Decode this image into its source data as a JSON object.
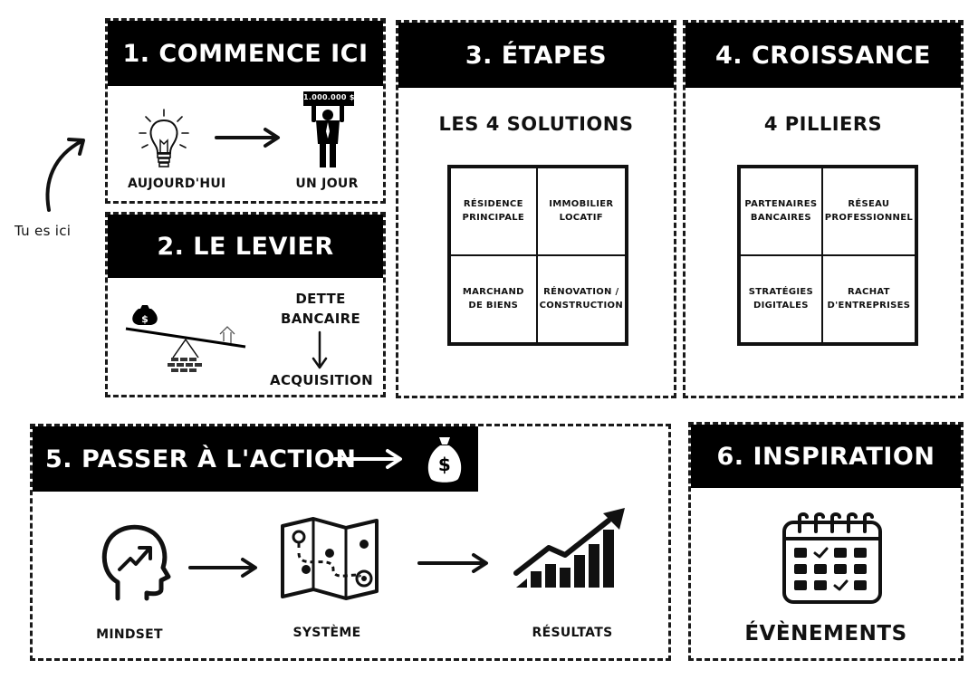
{
  "you_are_here": "Tu es ici",
  "card1": {
    "title": "1. COMMENCE ICI",
    "left_label": "AUJOURD'HUI",
    "right_label": "UN JOUR",
    "sign_text": "1.000.000 $"
  },
  "card2": {
    "title": "2. LE LEVIER",
    "label_line1": "DETTE",
    "label_line2": "BANCAIRE",
    "label_bottom": "ACQUISITION",
    "bag_symbol": "$"
  },
  "card3": {
    "title": "3. ÉTAPES",
    "subtitle": "LES 4 SOLUTIONS",
    "cells": [
      "RÉSIDENCE\nPRINCIPALE",
      "IMMOBILIER\nLOCATIF",
      "MARCHAND\nDE BIENS",
      "RÉNOVATION /\nCONSTRUCTION"
    ]
  },
  "card4": {
    "title": "4. CROISSANCE",
    "subtitle": "4 PILLIERS",
    "cells": [
      "PARTENAIRES\nBANCAIRES",
      "RÉSEAU\nPROFESSIONNEL",
      "STRATÉGIES\nDIGITALES",
      "RACHAT\nD'ENTREPRISES"
    ]
  },
  "card5": {
    "title": "5. PASSER À L'ACTION",
    "bag_symbol": "$",
    "steps": [
      "MINDSET",
      "SYSTÈME",
      "RÉSULTATS"
    ]
  },
  "card6": {
    "title": "6. INSPIRATION",
    "label": "ÉVÈNEMENTS"
  }
}
